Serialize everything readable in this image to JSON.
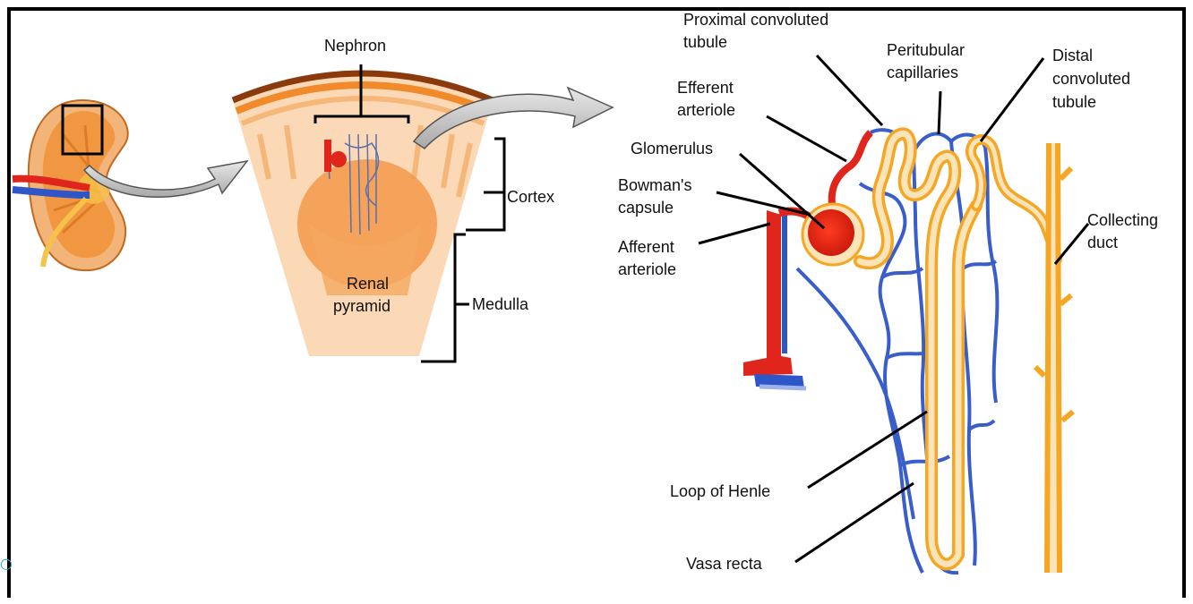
{
  "labels": {
    "nephron": "Nephron",
    "cortex": "Cortex",
    "medulla": "Medulla",
    "renal_pyramid_line1": "Renal",
    "renal_pyramid_line2": "pyramid",
    "pct_line1": "Proximal convoluted",
    "pct_line2": "tubule",
    "efferent_line1": "Efferent",
    "efferent_line2": "arteriole",
    "glomerulus": "Glomerulus",
    "bowman_line1": "Bowman's",
    "bowman_line2": "capsule",
    "afferent_line1": "Afferent",
    "afferent_line2": "arteriole",
    "peritubular_line1": "Peritubular",
    "peritubular_line2": "capillaries",
    "dct_line1": "Distal",
    "dct_line2": "convoluted",
    "dct_line3": "tubule",
    "collecting_line1": "Collecting",
    "collecting_line2": "duct",
    "loop_of_henle": "Loop of Henle",
    "vasa_recta": "Vasa recta"
  },
  "colors": {
    "artery_red": "#e0261c",
    "vein_blue": "#2f56c8",
    "tubule_orange": "#f5a623",
    "tubule_light": "#fde3b8",
    "kidney_orange": "#f08a2a",
    "pyramid_bg": "#fbd9b6",
    "capsule_brown": "#8a3a0c",
    "arrow_gray": "#bdbdbd"
  }
}
